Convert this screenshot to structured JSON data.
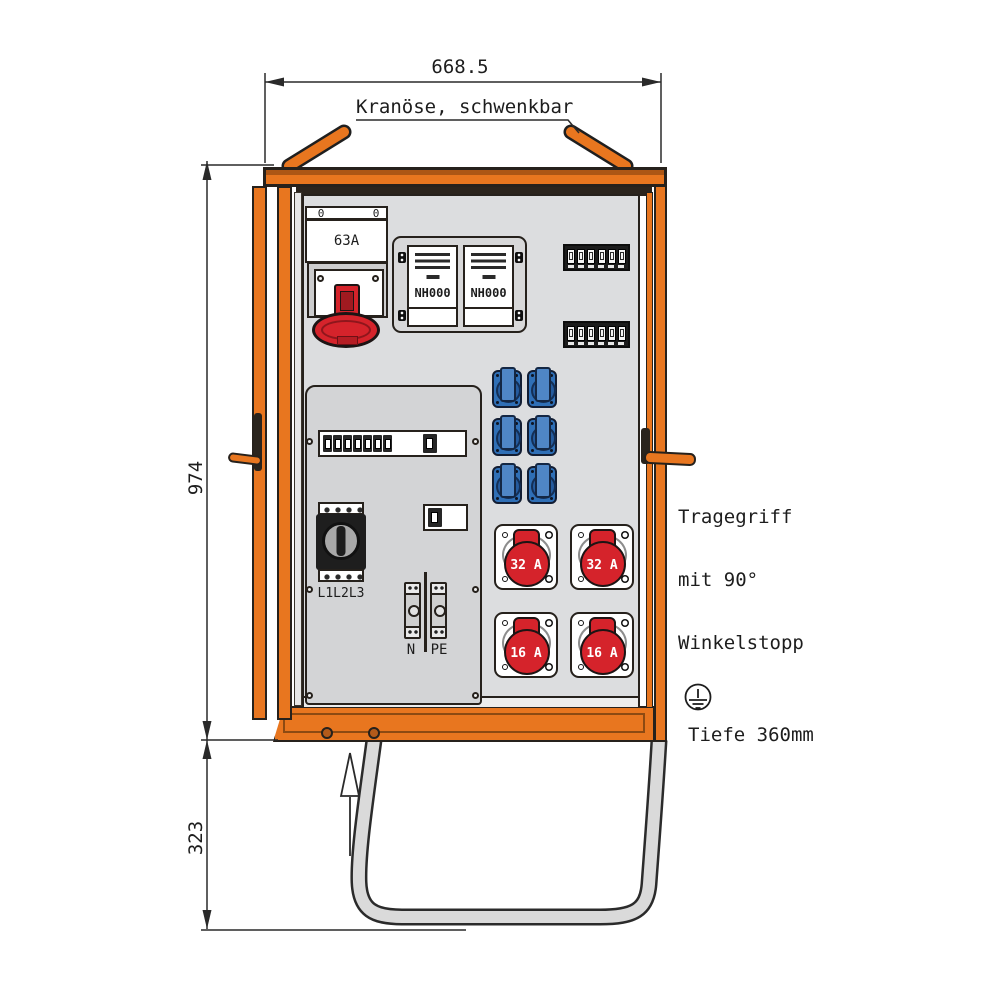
{
  "dimensions": {
    "width": "668.5",
    "height": "974",
    "stand": "323"
  },
  "labels": {
    "crane": "Kranöse, schwenkbar",
    "handle_line1": "Tragegriff",
    "handle_line2": "mit 90°",
    "handle_line3": "Winkelstopp",
    "depth": "Tiefe 360mm"
  },
  "cabinet": {
    "inlet": {
      "slot_left": "0",
      "slot_right": "0",
      "rating": "63A"
    },
    "fuses": [
      "NH000",
      "NH000"
    ],
    "main_switch": "L1L2L3",
    "terminals": {
      "n": "N",
      "pe": "PE"
    },
    "cee_sockets": [
      "32 A",
      "32 A",
      "16 A",
      "16 A"
    ]
  },
  "colors": {
    "cabinet_orange": "#E8761F",
    "outline": "#26211C",
    "socket_blue": "#2F6FB6",
    "cee_red": "#D5232B",
    "interior_gray": "#DCDDDF",
    "inner_panel_gray": "#D3D4D6",
    "stand_gray": "#DADADA"
  }
}
